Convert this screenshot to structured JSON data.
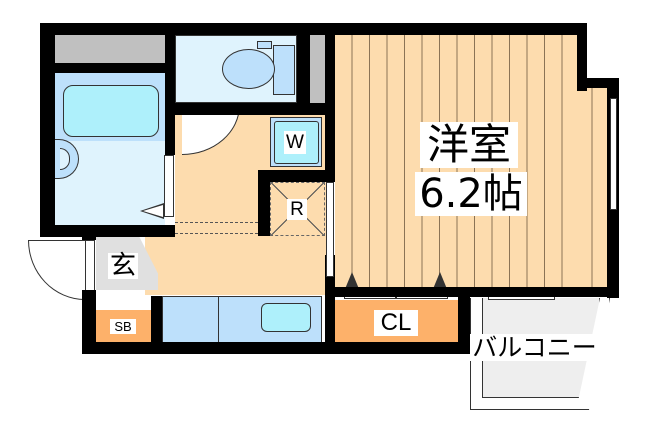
{
  "floorplan": {
    "rooms": {
      "western_room": {
        "name": "洋室",
        "size": "6.2帖"
      },
      "entrance": {
        "name": "玄"
      },
      "shoe_box": {
        "name": "SB"
      },
      "closet": {
        "name": "CL"
      },
      "washer": {
        "name": "W"
      },
      "refrigerator": {
        "name": "R"
      },
      "balcony": {
        "name": "バルコニー"
      }
    },
    "colors": {
      "wall": "#000000",
      "flooring": "#fddcae",
      "flooring_lines": "#8b7355",
      "wet_area": "#dff3fd",
      "fixture_blue": "#bde0fb",
      "fixture_cyan": "#aef0fb",
      "storage_orange": "#fdb16a",
      "gray_storage": "#c0c0c0",
      "entrance_gray": "#e0e0e0",
      "balcony_gray": "#eeeeee"
    }
  }
}
